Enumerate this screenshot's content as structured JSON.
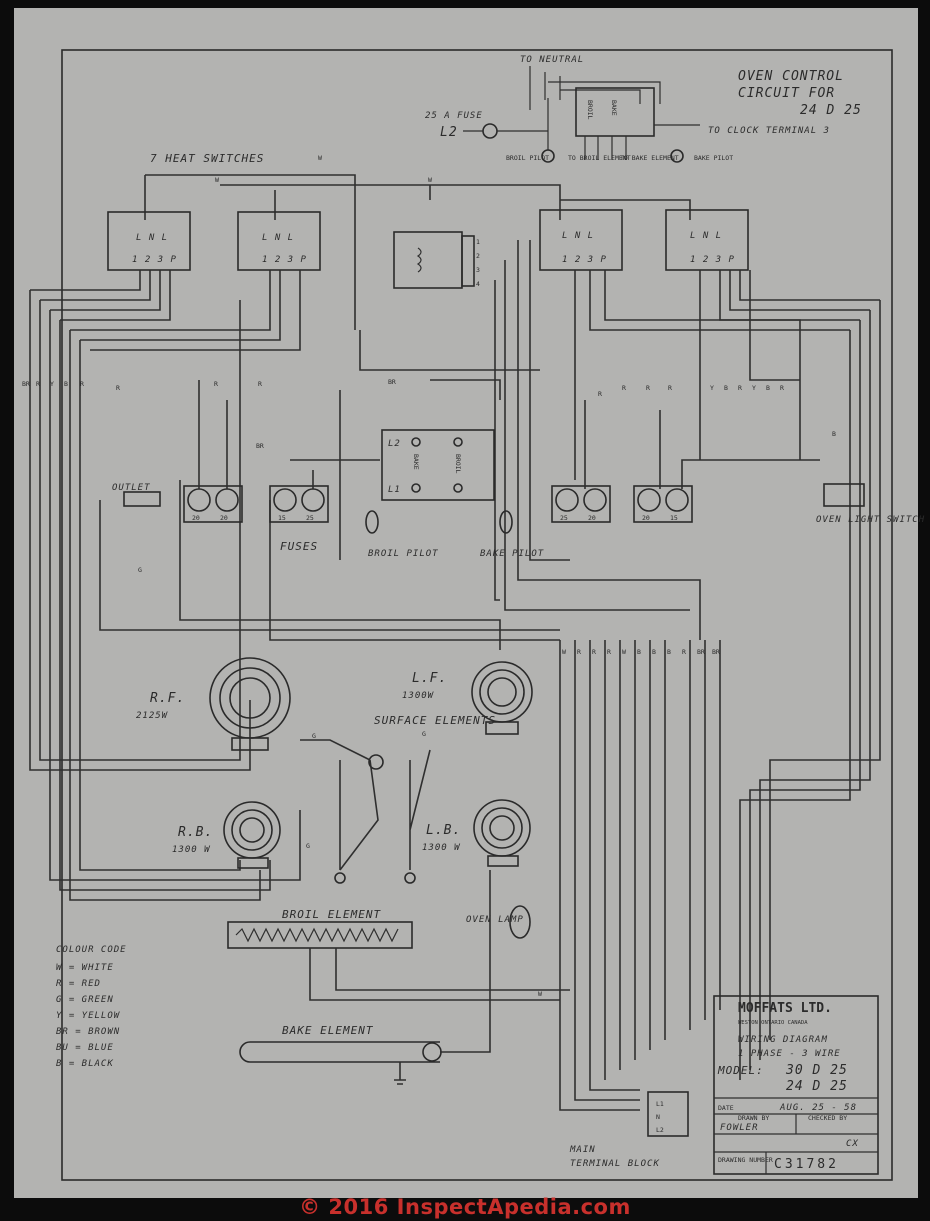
{
  "title": {
    "line1": "OVEN CONTROL",
    "line2": "CIRCUIT FOR",
    "line3": "24 D 25"
  },
  "top": {
    "to_neutral": "TO NEUTRAL",
    "fuse": "25 A FUSE",
    "l2": "L2",
    "to_clock": "TO CLOCK TERMINAL 3",
    "broil_pilot": "BROIL PILOT",
    "to_broil_element": "TO BROIL ELEMENT",
    "to_bake_element": "TO BAKE ELEMENT",
    "bake_pilot": "BAKE PILOT",
    "relay_left": "BROIL",
    "relay_right": "BAKE"
  },
  "switches": {
    "heading": "7 HEAT SWITCHES",
    "top_row": "L N L",
    "bottom_row": "1 2 3 P"
  },
  "timer": {
    "terminals": [
      "1",
      "2",
      "3",
      "4"
    ]
  },
  "selector": {
    "l2": "L2",
    "l1": "L1",
    "bake": "BAKE",
    "broil": "BROIL",
    "broil_pilot": "BROIL PILOT",
    "bake_pilot": "BAKE PILOT"
  },
  "outlet": "OUTLET",
  "fuses": {
    "label": "FUSES",
    "left_pair": [
      "20",
      "20"
    ],
    "mid_pair": [
      "15",
      "25"
    ],
    "right_pair1": [
      "25",
      "20"
    ],
    "right_pair2": [
      "20",
      "15"
    ]
  },
  "oven_light_switch": "OVEN LIGHT SWITCH",
  "elements": {
    "rf": {
      "name": "R.F.",
      "rating": "2125W"
    },
    "lf": {
      "name": "L.F.",
      "rating": "1300W"
    },
    "rb": {
      "name": "R.B.",
      "rating": "1300 W"
    },
    "lb": {
      "name": "L.B.",
      "rating": "1300 W"
    },
    "surface": "SURFACE ELEMENTS",
    "broil": "BROIL ELEMENT",
    "bake": "BAKE ELEMENT",
    "oven_lamp": "OVEN LAMP"
  },
  "wire_tags": {
    "left_group": [
      "BR",
      "R",
      "Y",
      "B",
      "R"
    ],
    "right_group": [
      "Y",
      "B",
      "R",
      "Y",
      "B",
      "R"
    ],
    "bottom_group": [
      "W",
      "R",
      "R",
      "R",
      "W",
      "B",
      "B",
      "B",
      "R",
      "BR",
      "BR"
    ],
    "misc": [
      "W",
      "W",
      "W",
      "R",
      "R",
      "R",
      "BR",
      "BR",
      "G",
      "G",
      "G",
      "G",
      "B",
      "W",
      "R",
      "R",
      "R",
      "R"
    ]
  },
  "colour_code": {
    "heading": "COLOUR CODE",
    "items": [
      "W = WHITE",
      "R = RED",
      "G = GREEN",
      "Y = YELLOW",
      "BR = BROWN",
      "BU = BLUE",
      "B = BLACK"
    ]
  },
  "terminal_block": {
    "label1": "MAIN",
    "label2": "TERMINAL BLOCK",
    "terms": [
      "L1",
      "N",
      "L2"
    ]
  },
  "title_block": {
    "company": "MOFFATS LTD.",
    "location": "WESTON ONTARIO CANADA",
    "doc_type": "WIRING DIAGRAM",
    "phase": "1 PHASE - 3 WIRE",
    "model_label": "MODEL:",
    "model1": "30 D 25",
    "model2": "24 D 25",
    "date_label": "DATE",
    "date": "AUG. 25 - 58",
    "drawn_by_label": "DRAWN BY",
    "drawn_by": "FOWLER",
    "checked_by_label": "CHECKED BY",
    "drawing_no_label": "DRAWING NUMBER",
    "drawing_no": "C31782",
    "rev": "CX"
  },
  "copyright": "© 2016 InspectApedia.com"
}
